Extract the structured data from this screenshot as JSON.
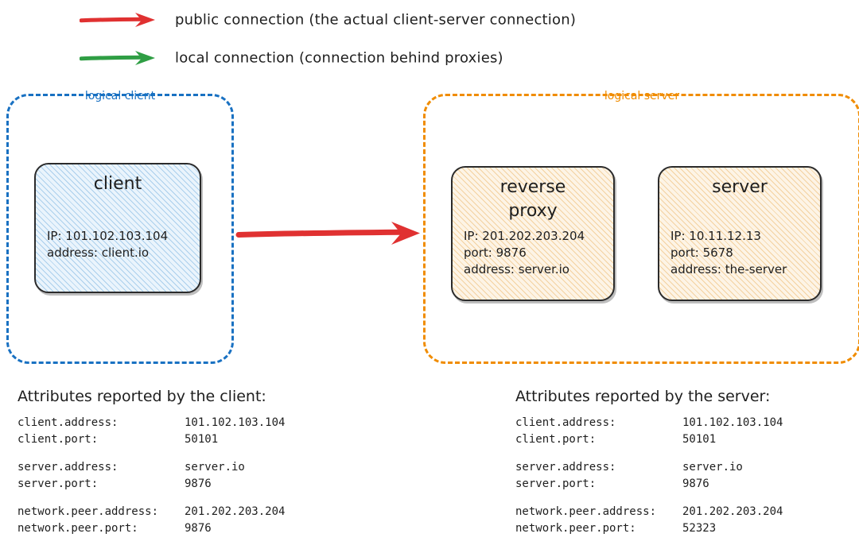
{
  "legend": {
    "items": [
      {
        "icon": "red-arrow-icon",
        "color": "#e03131",
        "label": "public connection (the actual client-server connection)"
      },
      {
        "icon": "green-arrow-icon",
        "color": "#2f9e44",
        "label": "local connection (connection behind proxies)"
      }
    ]
  },
  "colors": {
    "client_zone_border": "#1971c2",
    "server_zone_border": "#f08c00",
    "public_arrow": "#e03131",
    "local_arrow": "#2f9e44",
    "client_node_fill": "#eaf4fc",
    "server_node_fill": "#fdf4e6",
    "node_stroke": "#2b2b2b"
  },
  "zones": {
    "client": {
      "label": "logical client",
      "nodes": [
        {
          "title": "client",
          "lines": [
            "IP: 101.102.103.104",
            "address: client.io"
          ]
        }
      ]
    },
    "server": {
      "label": "logical server",
      "nodes": [
        {
          "title": "reverse\nproxy",
          "lines": [
            "IP: 201.202.203.204",
            "port: 9876",
            "address: server.io"
          ]
        },
        {
          "title": "server",
          "lines": [
            "IP: 10.11.12.13",
            "port: 5678",
            "address: the-server"
          ]
        }
      ]
    }
  },
  "main_arrow": {
    "name": "public-connection-arrow",
    "color": "#e03131"
  },
  "attributes": {
    "client_report": {
      "heading": "Attributes reported by the client:",
      "groups": [
        {
          "rows": [
            {
              "key": "client.address:",
              "value": "101.102.103.104"
            },
            {
              "key": "client.port:",
              "value": "50101"
            }
          ]
        },
        {
          "rows": [
            {
              "key": "server.address:",
              "value": "server.io"
            },
            {
              "key": "server.port:",
              "value": "9876"
            }
          ]
        },
        {
          "rows": [
            {
              "key": "network.peer.address:",
              "value": "201.202.203.204"
            },
            {
              "key": "network.peer.port:",
              "value": "9876"
            }
          ]
        }
      ]
    },
    "server_report": {
      "heading": "Attributes reported by the server:",
      "groups": [
        {
          "rows": [
            {
              "key": "client.address:",
              "value": "101.102.103.104"
            },
            {
              "key": "client.port:",
              "value": "50101"
            }
          ]
        },
        {
          "rows": [
            {
              "key": "server.address:",
              "value": "server.io"
            },
            {
              "key": "server.port:",
              "value": "9876"
            }
          ]
        },
        {
          "rows": [
            {
              "key": "network.peer.address:",
              "value": "201.202.203.204"
            },
            {
              "key": "network.peer.port:",
              "value": "52323"
            }
          ]
        }
      ]
    }
  }
}
